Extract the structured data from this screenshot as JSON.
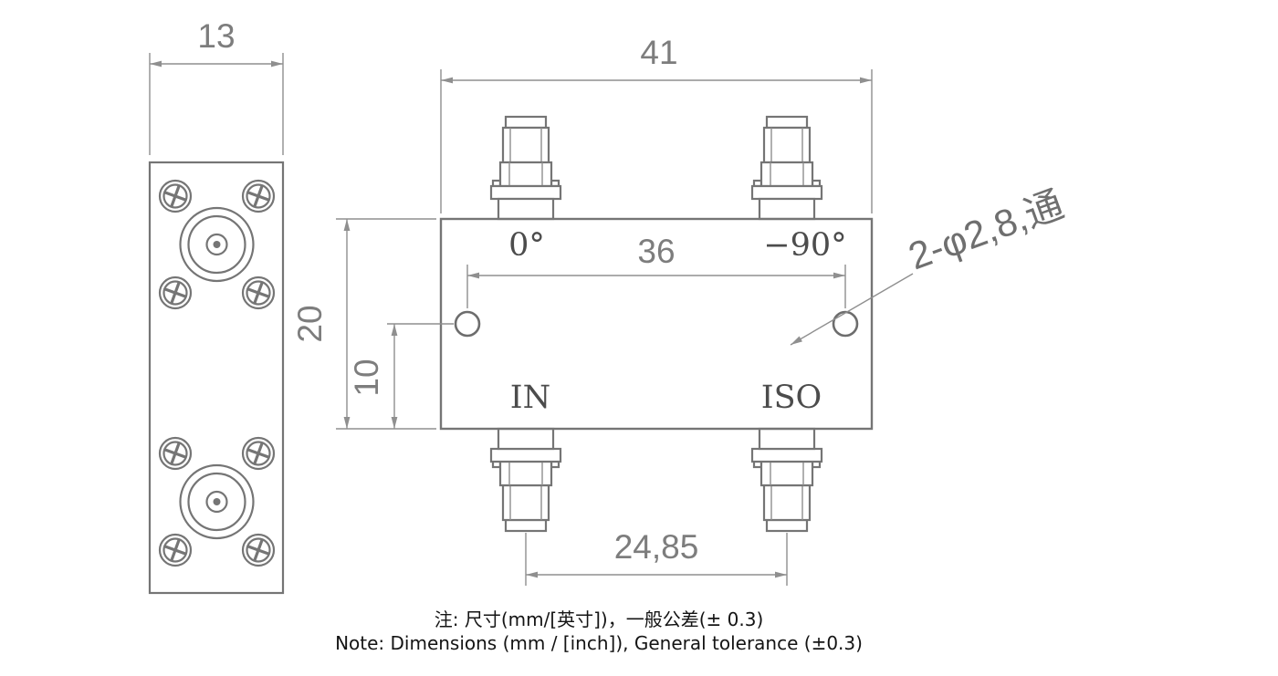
{
  "colors": {
    "line": "#757575",
    "dim_line": "#8f8f8f",
    "dim_text": "#7d7d7d",
    "label_text": "#4c4c4c",
    "note_text": "#141414",
    "background": "#ffffff"
  },
  "side_view": {
    "width": "13"
  },
  "front_view": {
    "overall_width": "41",
    "hole_spacing": "36",
    "body_height": "20",
    "hole_offset": "10",
    "port_spacing": "24,85",
    "hole_callout": "2-φ2,8,通",
    "labels": {
      "phase_left": "0°",
      "phase_right": "−90°",
      "port_in": "IN",
      "port_iso": "ISO"
    }
  },
  "notes": {
    "line1": "注: 尺寸(mm/[英寸])，一般公差(± 0.3)",
    "line2": "Note: Dimensions (mm / [inch]), General tolerance (±0.3)"
  }
}
